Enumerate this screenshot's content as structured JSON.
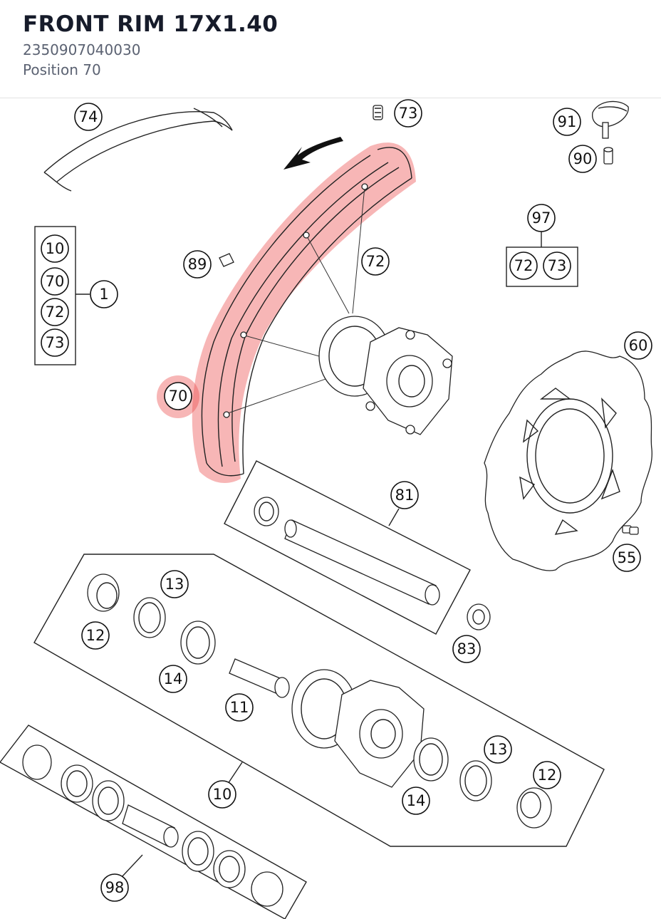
{
  "header": {
    "title": "FRONT RIM 17X1.40",
    "part_number": "2350907040030",
    "position": "Position 70"
  },
  "colors": {
    "highlight": "#ec5050",
    "title": "#161b2a",
    "subtitle": "#5b6272"
  },
  "callouts": {
    "c74": "74",
    "c73a": "73",
    "c91": "91",
    "c90": "90",
    "c10a": "10",
    "c70a": "70",
    "c72a": "72",
    "c73b": "73",
    "c1": "1",
    "c89": "89",
    "c72b": "72",
    "c97": "97",
    "c72c": "72",
    "c73c": "73",
    "c70sel": "70",
    "c60": "60",
    "c81": "81",
    "c55": "55",
    "c13a": "13",
    "c12a": "12",
    "c83": "83",
    "c14a": "14",
    "c11": "11",
    "c13b": "13",
    "c12b": "12",
    "c10b": "10",
    "c14b": "14",
    "c98": "98"
  },
  "selected_position": "70"
}
